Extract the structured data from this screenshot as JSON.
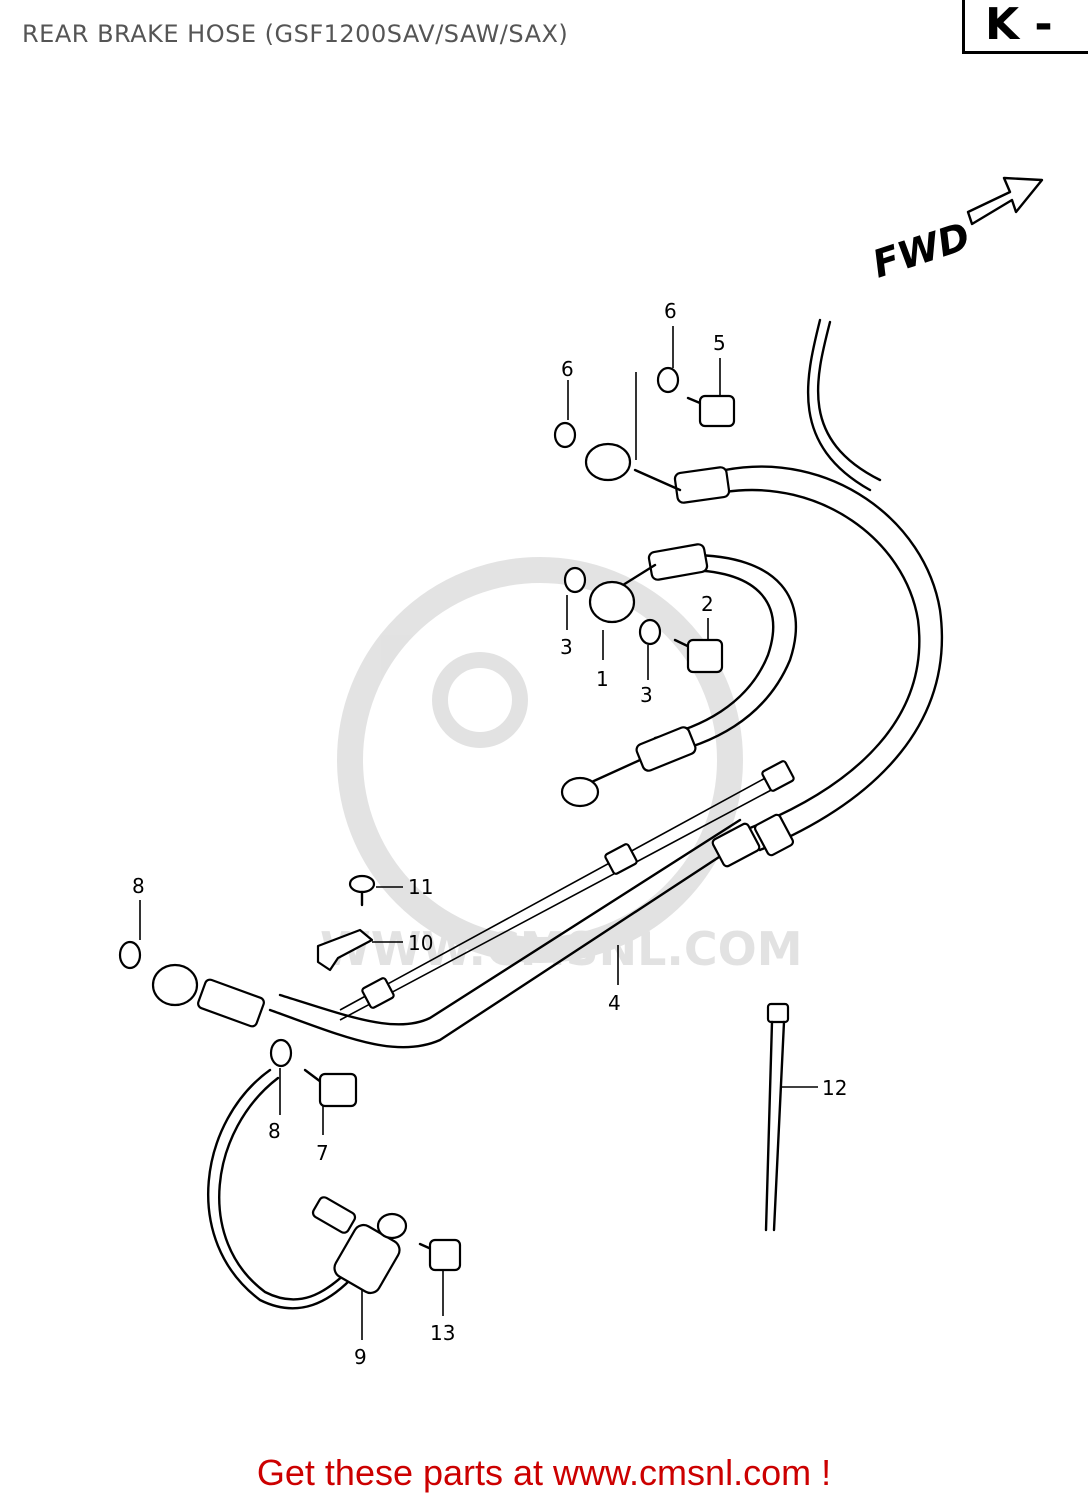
{
  "header": {
    "title": "REAR BRAKE HOSE (GSF1200SAV/SAW/SAX)",
    "section_code": "K -"
  },
  "diagram": {
    "direction_label": "FWD",
    "watermark_text": "WWW.CMSNL.COM",
    "callouts": [
      "1",
      "2",
      "3",
      "3",
      "4",
      "5",
      "6",
      "6",
      "7",
      "8",
      "8",
      "9",
      "10",
      "11",
      "12",
      "13"
    ]
  },
  "footer": {
    "link_text": "Get these parts at www.cmsnl.com !",
    "link_color": "#cc0000"
  }
}
